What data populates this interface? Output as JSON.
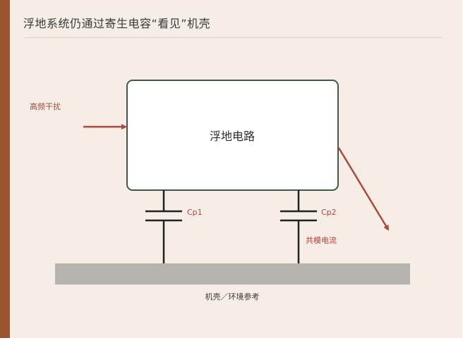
{
  "title": "浮地系统仍通过寄生电容“看见”机壳",
  "labels": {
    "interference": "高频干扰",
    "circuit": "浮地电路",
    "cp1": "Cp1",
    "cp2": "Cp2",
    "common_mode_current": "共模电流",
    "chassis": "机壳／环境参考"
  },
  "colors": {
    "accent": "#a84a3c",
    "box_border": "#3e5a46",
    "ground_plane": "#b5b4ae",
    "background": "#f5ede6",
    "sidebar": "#9a5530"
  }
}
